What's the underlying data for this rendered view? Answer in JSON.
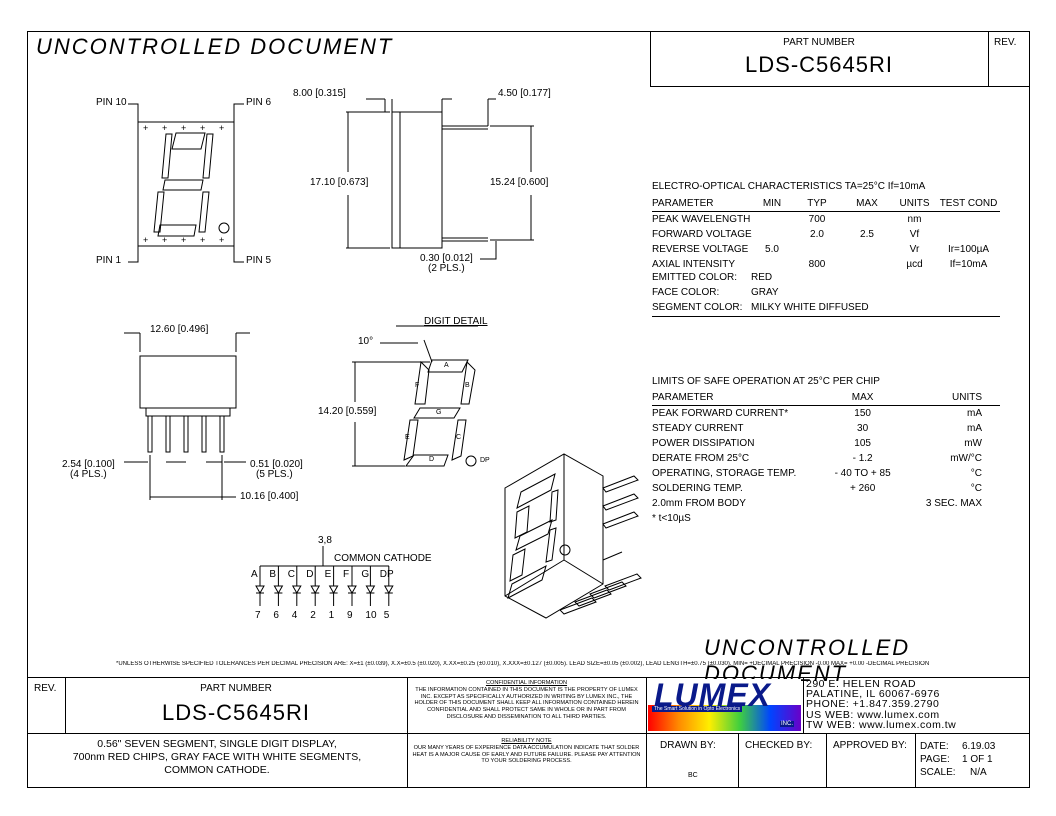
{
  "header": {
    "watermark_top": "UNCONTROLLED DOCUMENT",
    "part_number_label": "PART NUMBER",
    "part_number": "LDS-C5645RI",
    "rev_label": "REV."
  },
  "drawing": {
    "pin10": "PIN 10",
    "pin6": "PIN 6",
    "pin1": "PIN 1",
    "pin5": "PIN 5",
    "dim_800": "8.00 [0.315]",
    "dim_450": "4.50 [0.177]",
    "dim_1710": "17.10 [0.673]",
    "dim_1524": "15.24 [0.600]",
    "dim_030": "0.30 [0.012]",
    "dim_030b": "(2 PLS.)",
    "dim_1260": "12.60 [0.496]",
    "dim_254": "2.54 [0.100]",
    "dim_254b": "(4 PLS.)",
    "dim_051": "0.51 [0.020]",
    "dim_051b": "(5 PLS.)",
    "dim_1016": "10.16 [0.400]",
    "digit_detail": "DIGIT DETAIL",
    "angle": "10°",
    "dim_1420": "14.20 [0.559]",
    "seg_a": "A",
    "seg_b": "B",
    "seg_c": "C",
    "seg_d": "D",
    "seg_e": "E",
    "seg_f": "F",
    "seg_g": "G",
    "seg_dp": "DP",
    "cc_pins": "3,8",
    "common_cathode": "COMMON CATHODE",
    "circuit_segments": [
      "A",
      "B",
      "C",
      "D",
      "E",
      "F",
      "G",
      "DP"
    ],
    "circuit_pins": [
      "7",
      "6",
      "4",
      "2",
      "1",
      "9",
      "10",
      "5"
    ]
  },
  "electro_optical": {
    "title": "ELECTRO-OPTICAL CHARACTERISTICS TA=25°C     If=10mA",
    "headers": [
      "PARAMETER",
      "MIN",
      "TYP",
      "MAX",
      "UNITS",
      "TEST COND"
    ],
    "rows": [
      [
        "PEAK WAVELENGTH",
        "",
        "700",
        "",
        "nm",
        ""
      ],
      [
        "FORWARD VOLTAGE",
        "",
        "2.0",
        "2.5",
        "Vf",
        ""
      ],
      [
        "REVERSE VOLTAGE",
        "5.0",
        "",
        "",
        "Vr",
        "Ir=100µA"
      ],
      [
        "AXIAL INTENSITY",
        "",
        "800",
        "",
        "µcd",
        "If=10mA"
      ]
    ],
    "emitted_label": "EMITTED COLOR:",
    "emitted_value": "RED",
    "face_label": "FACE COLOR:",
    "face_value": "GRAY",
    "segment_label": "SEGMENT COLOR:",
    "segment_value": "MILKY WHITE DIFFUSED"
  },
  "safe_operation": {
    "title": "LIMITS OF SAFE OPERATION AT 25°C PER CHIP",
    "headers": [
      "PARAMETER",
      "MAX",
      "UNITS"
    ],
    "rows": [
      [
        "PEAK FORWARD CURRENT*",
        "150",
        "mA"
      ],
      [
        "STEADY CURRENT",
        "30",
        "mA"
      ],
      [
        "POWER DISSIPATION",
        "105",
        "mW"
      ],
      [
        "DERATE FROM 25°C",
        "- 1.2",
        "mW/°C"
      ],
      [
        "OPERATING, STORAGE TEMP.",
        "- 40 TO + 85",
        "°C"
      ],
      [
        "SOLDERING TEMP.",
        "+ 260",
        "°C"
      ],
      [
        "2.0mm FROM BODY",
        "",
        "3 SEC. MAX"
      ]
    ],
    "footnote": "* t<10µS"
  },
  "watermark_bottom": "UNCONTROLLED DOCUMENT",
  "tolerance_note": "*UNLESS OTHERWISE SPECIFIED TOLERANCES PER DECIMAL PRECISION ARE: X=±1 (±0.039), X.X=±0.5 (±0.020), X.XX=±0.25 (±0.010), X.XXX=±0.127 (±0.005). LEAD SIZE=±0.05 (±0.002), LEAD LENGTH=±0.75 (±0.030). MIN= +DECIMAL PRECISION -0.00  MAX= +0.00 -DECIMAL PRECISION",
  "title_block": {
    "rev_label": "REV.",
    "part_number_label": "PART NUMBER",
    "part_number": "LDS-C5645RI",
    "description_1": "0.56\" SEVEN SEGMENT, SINGLE DIGIT DISPLAY,",
    "description_2": "700nm RED CHIPS, GRAY FACE WITH WHITE SEGMENTS,",
    "description_3": "COMMON CATHODE.",
    "conf_title": "CONFIDENTIAL INFORMATION",
    "conf_text": "THE INFORMATION CONTAINED IN THIS DOCUMENT IS THE PROPERTY OF LUMEX INC. EXCEPT AS SPECIFICALLY AUTHORIZED IN WRITING BY LUMEX INC., THE HOLDER OF THIS DOCUMENT SHALL KEEP ALL INFORMATION CONTAINED HEREIN CONFIDENTIAL AND SHALL PROTECT SAME IN WHOLE OR IN PART FROM DISCLOSURE AND DISSEMINATION TO ALL THIRD PARTIES.",
    "rel_title": "RELIABILITY NOTE",
    "rel_text": "OUR MANY YEARS OF EXPERIENCE DATA ACCUMULATION INDICATE THAT SOLDER HEAT IS A MAJOR CAUSE OF EARLY AND FUTURE FAILURE. PLEASE PAY ATTENTION TO YOUR SOLDERING PROCESS.",
    "logo_text": "LUMEX",
    "logo_tagline": "The Smart Solution in Opto Electronics",
    "logo_inc": "INC.",
    "address_1": "290 E. HELEN ROAD",
    "address_2": "PALATINE, IL  60067-6976",
    "phone": "PHONE: +1.847.359.2790",
    "us_web": "US WEB: www.lumex.com",
    "tw_web": "TW WEB: www.lumex.com.tw",
    "drawn_by_label": "DRAWN BY:",
    "drawn_by": "BC",
    "checked_by_label": "CHECKED BY:",
    "approved_by_label": "APPROVED BY:",
    "date_label": "DATE:",
    "date": "6.19.03",
    "page_label": "PAGE:",
    "page": "1 OF 1",
    "scale_label": "SCALE:",
    "scale": "N/A"
  }
}
